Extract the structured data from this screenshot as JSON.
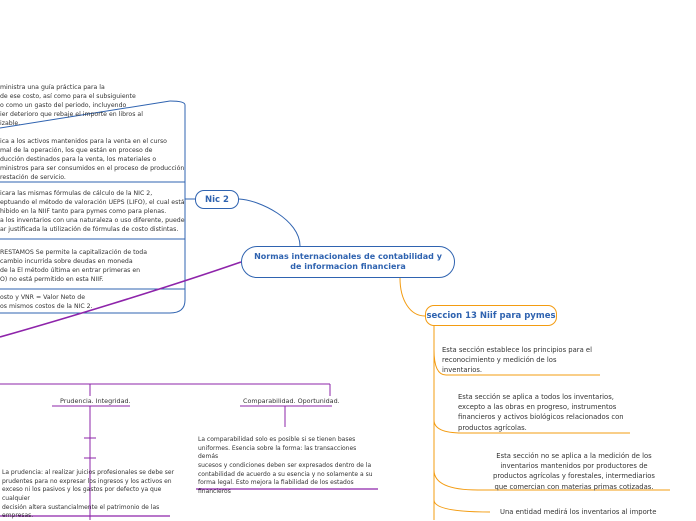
{
  "colors": {
    "central": "#2f63b0",
    "nic2_branch": "#2f63b0",
    "seccion13_branch": "#f39c12",
    "purple_branch": "#8e24aa"
  },
  "central": {
    "title": "Normas internacionales de contabilidad y de informacion financiera"
  },
  "nic2": {
    "label": "Nic 2",
    "topics": [
      "ministra una guía práctica para la\nde ese costo, así como para el subsiguiente\no como un gasto del periodo, incluyendo\nier deterioro que rebaje el importe en libros al\nizable.",
      "ica a los activos mantenidos para la venta en el curso\nmal de la operación, los que están en proceso de\nducción destinados para la venta, los materiales o\nministros para ser consumidos en el proceso de producción\nrestación de servicio.",
      "icara las mismas fórmulas de cálculo de la NIC 2,\neptuando el método de valoración UEPS (LIFO), el cual está\nhibido en la NIIF tanto para pymes como para plenas.\na los inventarios con una naturaleza o uso diferente, puede\nar justificada la utilización de fórmulas de costo distintas.",
      "RESTAMOS Se permite la capitalización de toda\ncambio incurrida sobre deudas en moneda\nde la El método última en entrar primeras en\nO) no está permitido en esta NIIF.",
      "osto y VNR = Valor Neto de\nos mismos costos de la NIC 2."
    ]
  },
  "seccion13": {
    "label": "seccion 13 Niif para pymes",
    "topics": [
      "Esta sección establece los principios para el\nreconocimiento y medición de los\ninventarios.",
      "Esta sección se aplica a todos los inventarios,\nexcepto a las obras en progreso, instrumentos\nfinancieros y activos biológicos relacionados con\nproductos agrícolas.",
      "Esta sección no se aplica a la medición de los\ninventarios mantenidos por productores de\nproductos agrícolas y forestales, intermediarios\nque comercian con materias primas cotizadas.",
      "Una entidad medirá los inventarios al importe"
    ]
  },
  "principles": {
    "items": [
      {
        "label": "Prudencia. Integridad.",
        "text": "La prudencia: al realizar juicios profesionales se debe ser\nprudentes para no expresar los ingresos y los activos en\nexceso ni los pasivos y los gastos por defecto ya que cualquier\ndecisión altera sustancialmente el patrimonio de las\nempresas."
      },
      {
        "label": "Comparabilidad. Oportunidad.",
        "text": "La comparabilidad solo es posible si se tienen bases\nuniformes. Esencia sobre la forma: las transacciones demás\nsucesos y condiciones deben ser expresados dentro de la\ncontabilidad de acuerdo a su esencia y no solamente a su\nforma legal. Esto mejora la fiabilidad de los estados\nfinancieros"
      }
    ]
  }
}
